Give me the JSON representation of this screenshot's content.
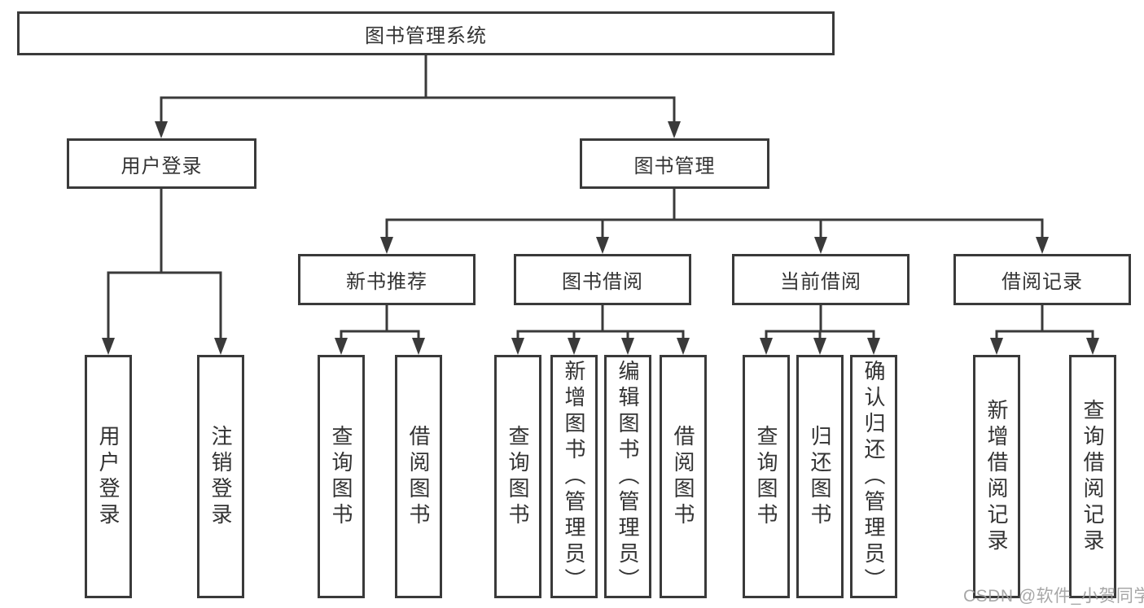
{
  "tree": {
    "root": "图书管理系统",
    "branches": [
      {
        "label": "用户登录",
        "leaves": [
          "用户登录",
          "注销登录"
        ]
      },
      {
        "label": "图书管理",
        "groups": [
          {
            "label": "新书推荐",
            "leaves": [
              "查询图书",
              "借阅图书"
            ]
          },
          {
            "label": "图书借阅",
            "leaves": [
              "查询图书",
              "新增图书（管理员）",
              "编辑图书（管理员）",
              "借阅图书"
            ]
          },
          {
            "label": "当前借阅",
            "leaves": [
              "查询图书",
              "归还图书",
              "确认归还（管理员）"
            ]
          },
          {
            "label": "借阅记录",
            "leaves": [
              "新增借阅记录",
              "查询借阅记录"
            ]
          }
        ]
      }
    ]
  },
  "watermark": "CSDN @软件_小贺同学",
  "colors": {
    "line": "#3a3a3a",
    "text": "#333333",
    "watermark": "#9e9e9e"
  }
}
